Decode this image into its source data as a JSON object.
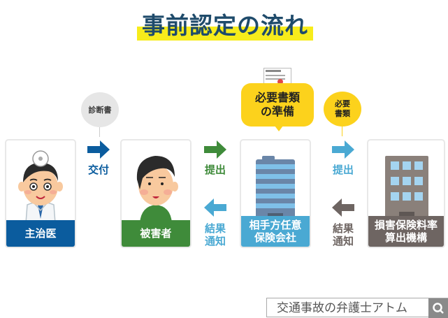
{
  "title": "事前認定の流れ",
  "colors": {
    "title_text": "#1f4b6b",
    "title_highlight": "#f7ec1b",
    "doctor_blue": "#0b5c9e",
    "victim_green": "#3f8b3a",
    "insurer_lightblue": "#4aa9d3",
    "agency_gray": "#6e6562",
    "yellow": "#fcd21c"
  },
  "nodes": [
    {
      "label": "主治医",
      "icon": "doctor-illustration"
    },
    {
      "label": "被害者",
      "icon": "person-illustration"
    },
    {
      "label": "相手方任意\n保険会社",
      "line1": "相手方任意",
      "line2": "保険会社",
      "icon": "office-building-illustration"
    },
    {
      "label": "損害保険料率\n算出機構",
      "line1": "損害保険料率",
      "line2": "算出機構",
      "icon": "building-illustration"
    }
  ],
  "arrows": {
    "doctor_to_victim": {
      "label": "交付",
      "bubble": "診断書"
    },
    "victim_to_insurer": {
      "label": "提出"
    },
    "insurer_to_victim": {
      "label_line1": "結果",
      "label_line2": "通知"
    },
    "insurer_to_agency": {
      "label": "提出",
      "bubble_line1": "必要",
      "bubble_line2": "書類"
    },
    "agency_to_insurer": {
      "label_line1": "結果",
      "label_line2": "通知"
    }
  },
  "speech_bubble": {
    "line1": "必要書類",
    "line2": "の準備",
    "doc_icon": "document-icon"
  },
  "search": {
    "text": "交通事故の弁護士アトム",
    "icon": "search-icon"
  }
}
